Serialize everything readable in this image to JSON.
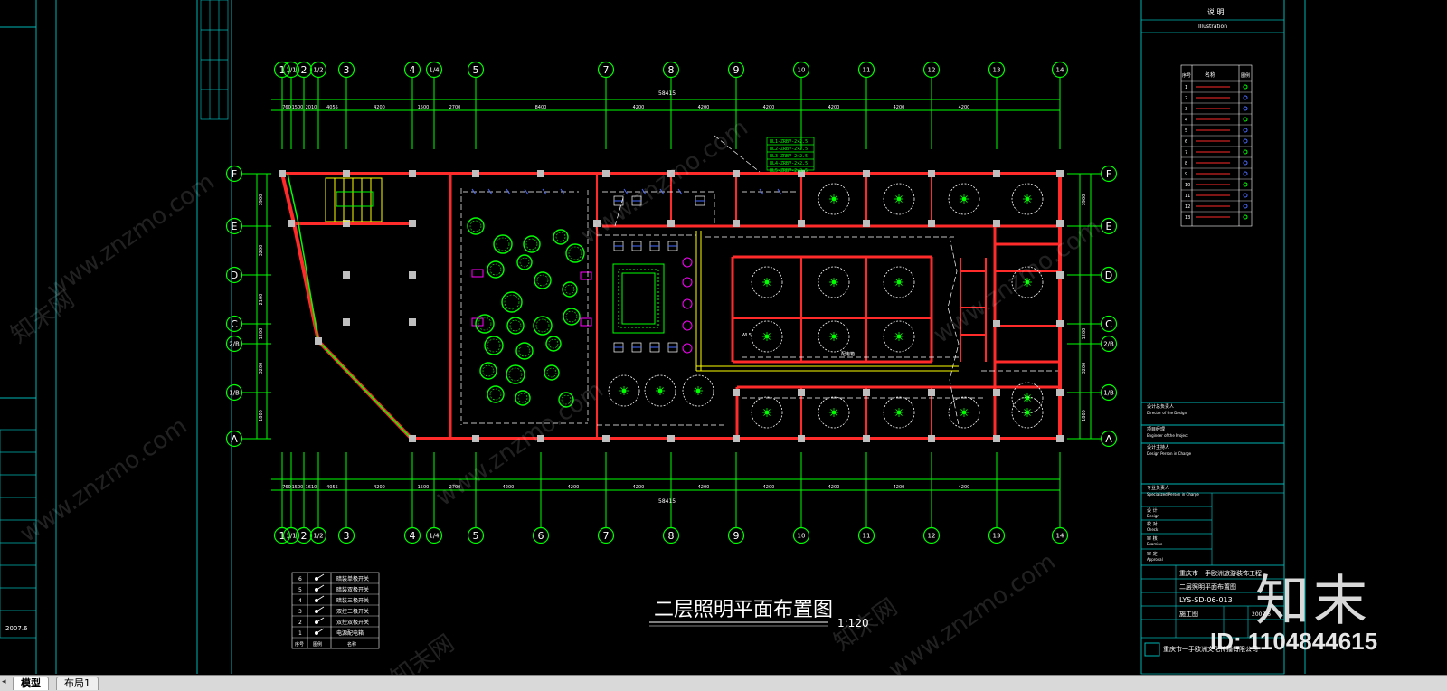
{
  "drawing": {
    "title": "二层照明平面布置图",
    "scale": "1:120",
    "overall_dim": "58415",
    "top_axes": [
      "1",
      "1/1",
      "2",
      "1/2",
      "3",
      "4",
      "1/4",
      "5",
      "7",
      "8",
      "9",
      "10",
      "11",
      "12",
      "13",
      "14"
    ],
    "bottom_axes": [
      "1",
      "1/1",
      "2",
      "1/2",
      "3",
      "4",
      "1/4",
      "5",
      "6",
      "7",
      "8",
      "9",
      "10",
      "11",
      "12",
      "13",
      "14"
    ],
    "left_axes": [
      "F",
      "E",
      "D",
      "C",
      "2/B",
      "1/B",
      "A"
    ],
    "right_axes": [
      "F",
      "E",
      "D",
      "C",
      "2/B",
      "1/B",
      "A"
    ],
    "top_dims": [
      "760",
      "1500",
      "2010",
      "4055",
      "4200",
      "1500",
      "2700",
      "8400",
      "4200",
      "4200",
      "4200",
      "4200",
      "4200",
      "4200"
    ],
    "bottom_dims": [
      "760",
      "1500",
      "1610",
      "4055",
      "4200",
      "1500",
      "2700",
      "4200",
      "4200",
      "4200",
      "4200",
      "4200",
      "4200",
      "4200",
      "4200"
    ],
    "left_dims": [
      "3900",
      "3200",
      "2100",
      "1200",
      "3200",
      "1800"
    ],
    "right_dims": [
      "3900",
      "1200",
      "3200",
      "1800"
    ],
    "circuit_labels": [
      "WL1-ZRBV-2×2.5",
      "WL2-ZRBV-2×2.5",
      "WL3-ZRBV-2×2.5",
      "WL4-ZRBV-2×2.5",
      "WL5-ZRBV-2×2.5"
    ],
    "room_labels": [
      "配电箱",
      "WL5"
    ]
  },
  "legend_top": {
    "title": "说 明",
    "subtitle": "Illustration",
    "header": [
      "序号",
      "名称",
      "图例"
    ],
    "rows": [
      "1",
      "2",
      "3",
      "4",
      "5",
      "6",
      "7",
      "8",
      "9",
      "10",
      "11",
      "12",
      "13"
    ]
  },
  "legend_bottom": {
    "rows": [
      {
        "no": "6",
        "name": "暗装单极开关"
      },
      {
        "no": "5",
        "name": "暗装双极开关"
      },
      {
        "no": "4",
        "name": "暗装三极开关"
      },
      {
        "no": "3",
        "name": "双控三极开关"
      },
      {
        "no": "2",
        "name": "双控双极开关"
      },
      {
        "no": "1",
        "name": "电源配电箱"
      }
    ],
    "header": [
      "序号",
      "图例",
      "名称"
    ]
  },
  "titleblock": {
    "project": "重庆市一手欧洲旅游装饰工程",
    "drawing_name": "二层照明平面布置图",
    "drawing_no": "LYS-SD-06-013",
    "stage": "施工图",
    "date": "2007.6",
    "company": "重庆市一手欧洲文化传播有限公司",
    "fields": [
      "设计总负责人",
      "Director of the Design",
      "项目经理",
      "Engineer of the Project",
      "设计主持人",
      "Design Person in Charge",
      "专业负责人",
      "Specialized Person in Charge",
      "设 计",
      "Design",
      "校 对",
      "Check",
      "审 核",
      "Examine",
      "审 定",
      "Approval"
    ],
    "left_date": "2007.6"
  },
  "watermark": {
    "logo": "知末",
    "id": "ID: 1104844615",
    "diag": "www.znzmo.com",
    "diag2": "知末网"
  },
  "tabs": [
    "模型",
    "布局1"
  ],
  "colors": {
    "bg": "#000000",
    "grid": "#00ff00",
    "wall": "#ff2a2a",
    "frame": "#00c8c8",
    "white": "#ffffff",
    "magenta": "#ff00ff",
    "yellow": "#ffff00",
    "blue": "#4a6bff"
  }
}
